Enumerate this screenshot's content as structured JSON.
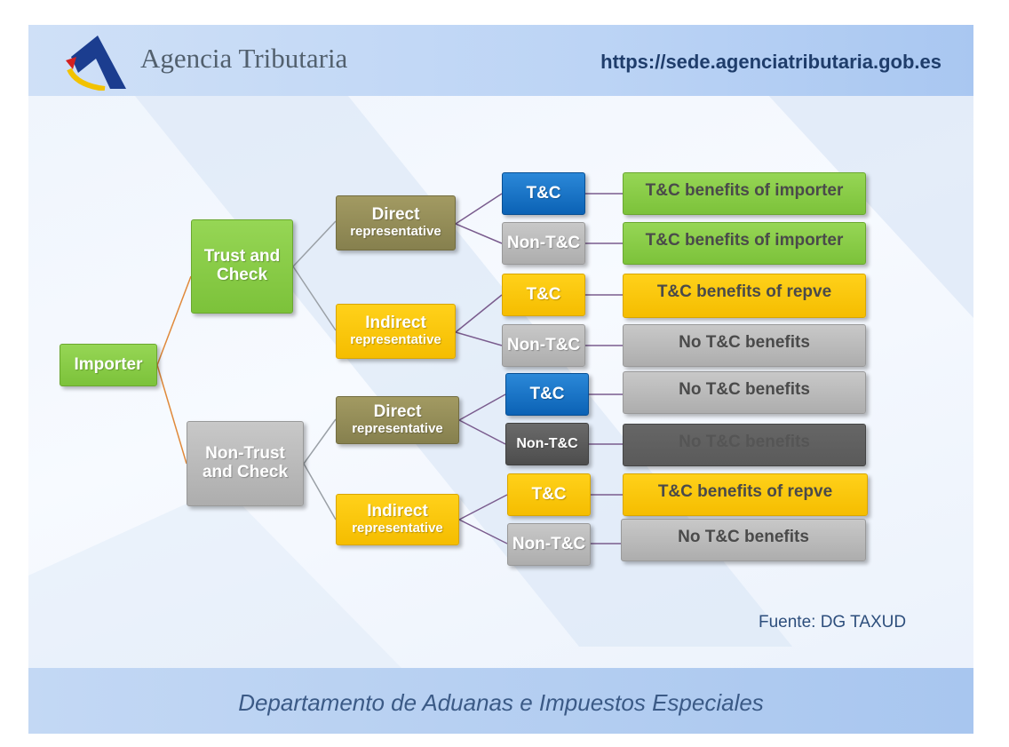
{
  "header": {
    "logo_text": "Agencia Tributaria",
    "url": "https://sede.agenciatributaria.gob.es"
  },
  "diagram": {
    "root": "Importer",
    "trust": [
      "Trust and",
      "Check"
    ],
    "nontrust": [
      "Non-Trust",
      "and Check"
    ],
    "rep_direct": [
      "Direct",
      "representative"
    ],
    "rep_indirect": [
      "Indirect",
      "representative"
    ],
    "tc": "T&C",
    "non_tc": "Non-T&C",
    "outcomes": [
      "T&C benefits of importer",
      "T&C benefits of importer",
      "T&C benefits of repve",
      "No T&C benefits",
      "No T&C benefits",
      "No T&C benefits",
      "T&C benefits of repve",
      "No T&C benefits"
    ]
  },
  "source": "Fuente: DG TAXUD",
  "footer": "Departamento de Aduanas e Impuestos Especiales",
  "colors": {
    "green": "#7cc23a",
    "gray": "#adadad",
    "olive": "#86804e",
    "gold": "#f5bd00",
    "blue": "#0b62b5",
    "dark_gray": "#4d4d4d",
    "connector_orange": "#e0893a",
    "connector_purple": "#7a5c8e",
    "connector_gray": "#9aa0a6"
  }
}
